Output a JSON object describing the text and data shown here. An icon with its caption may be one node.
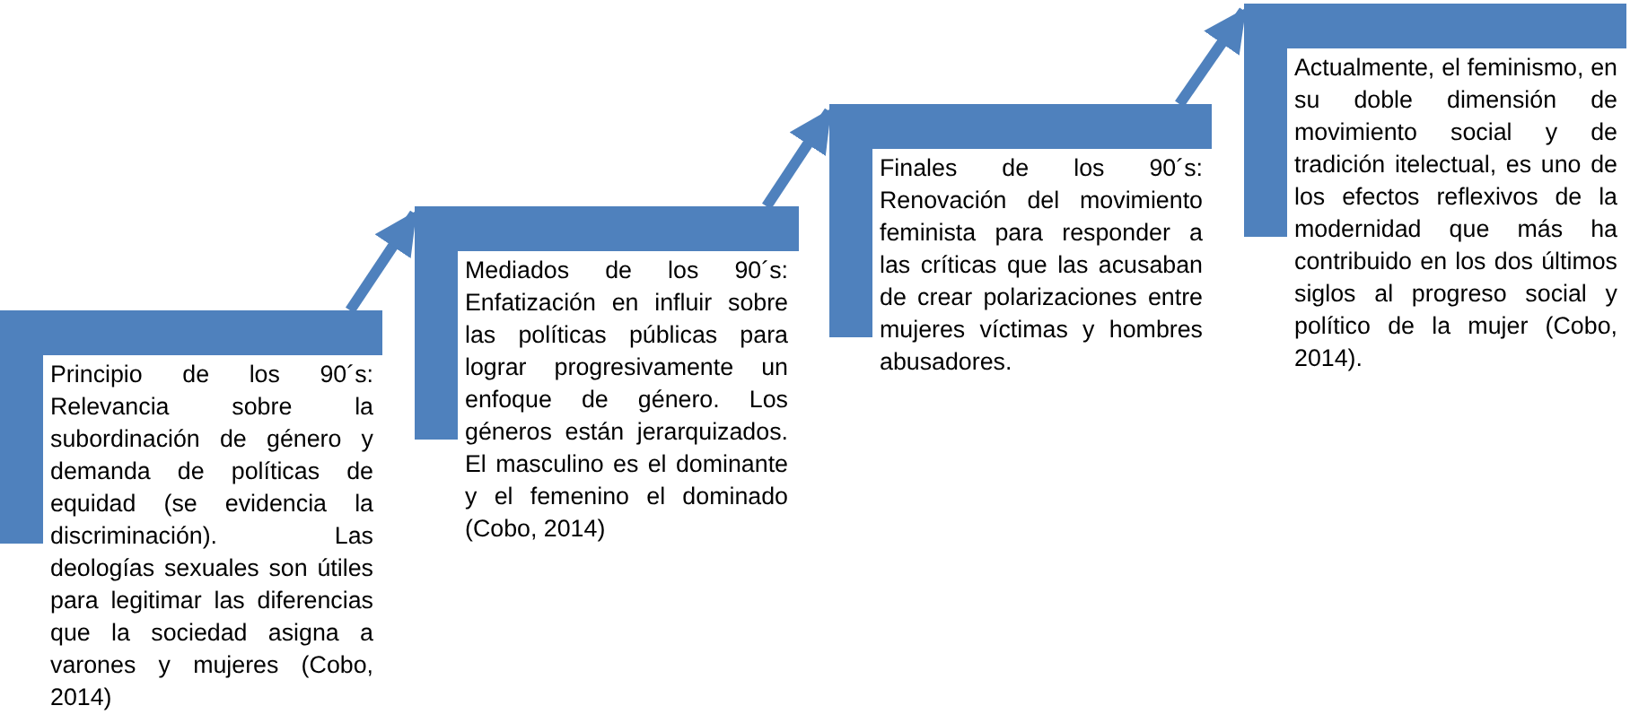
{
  "diagram": {
    "nodes": [
      {
        "text": [
          "Principio de los 90´s: Relevancia sobre la subordinación de género y demanda de políticas de equidad (se evidencia la discriminación). Las deologías sexuales son útiles para legitimar las diferencias que la sociedad asigna a varones y mujeres (Cobo, 2014)"
        ]
      },
      {
        "text": [
          "Mediados de los 90´s: Enfatización en influir sobre las políticas públicas para lograr progresivamente un enfoque de género. Los géneros están jerarquizados. El masculino es el dominante y el femenino el dominado (Cobo, 2014)"
        ]
      },
      {
        "text": [
          "Finales de los 90´s: Renovación del movimiento feminista para responder a las críticas que las acusaban de crear polarizaciones entre mujeres víctimas y hombres abusadores."
        ]
      },
      {
        "text": [
          "Actualmente, el feminismo, en su doble dimensión de movimiento social y de tradición itelectual, es uno de los efectos reflexivos de la modernidad que más ha contribuido en los dos últimos siglos al progreso social y político de la mujer (Cobo, 2014)."
        ]
      }
    ],
    "edges": [
      {
        "from": 0,
        "to": 1,
        "arrow": "to"
      },
      {
        "from": 1,
        "to": 2,
        "arrow": "to"
      },
      {
        "from": 2,
        "to": 3,
        "arrow": "to"
      }
    ]
  }
}
